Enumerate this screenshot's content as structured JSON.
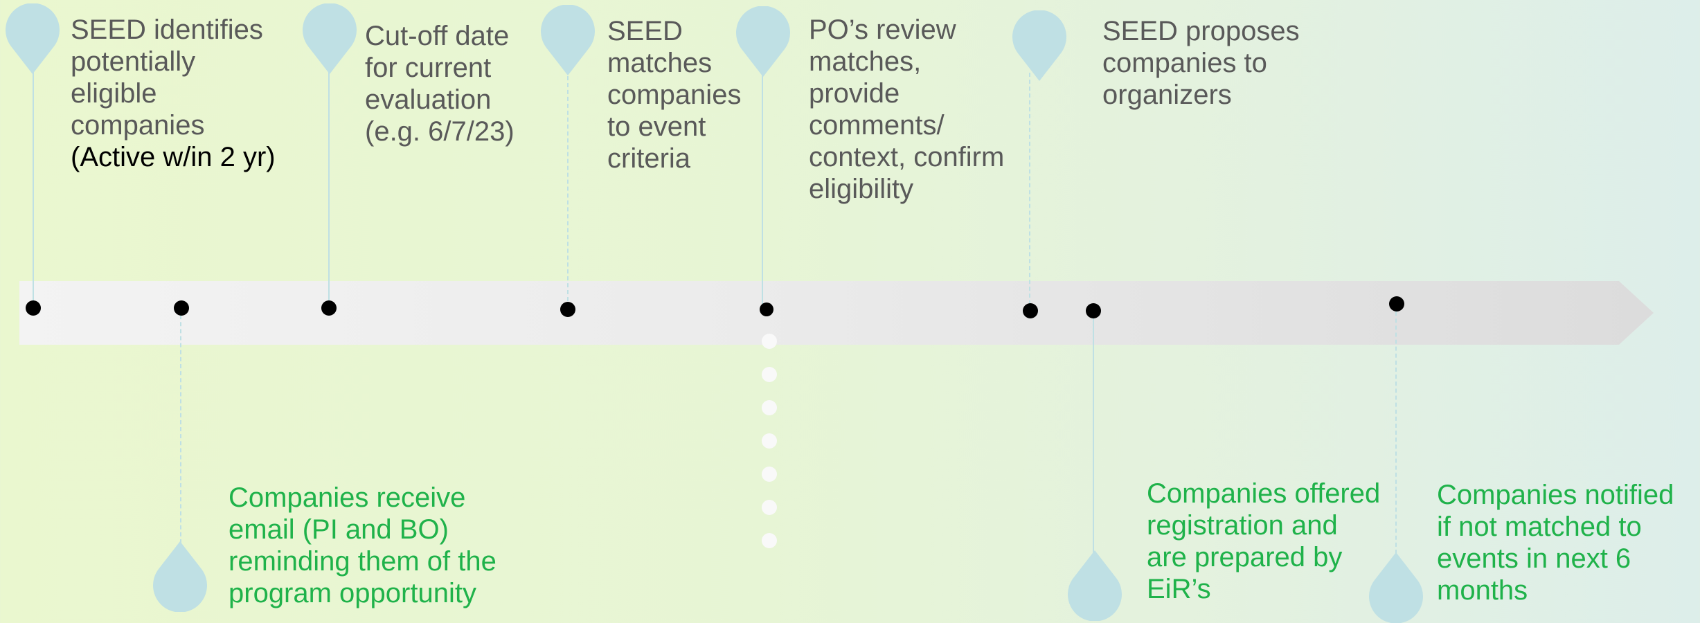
{
  "colors": {
    "top_text": "#595959",
    "bottom_text": "#1fb24a",
    "pin": "#bfe0e4",
    "dot": "#000000",
    "bar": "#e6e6e6"
  },
  "top_events": [
    {
      "lines": [
        "SEED identifies",
        "potentially",
        "eligible",
        "companies"
      ],
      "emphasis": "(Active w/in 2 yr)"
    },
    {
      "lines": [
        "Cut-off date",
        "for current",
        "evaluation",
        "(e.g. 6/7/23)"
      ]
    },
    {
      "lines": [
        "SEED",
        "matches",
        "companies",
        "to event",
        "criteria"
      ]
    },
    {
      "lines": [
        "PO’s review",
        "matches,",
        "provide",
        "comments/",
        "context, confirm",
        "eligibility"
      ]
    },
    {
      "lines": [
        "SEED proposes",
        "companies to",
        "organizers"
      ]
    }
  ],
  "bottom_events": [
    {
      "lines": [
        "Companies receive",
        "email (PI and BO)",
        "reminding them of the",
        "program opportunity"
      ]
    },
    {
      "lines": [
        "Companies offered",
        "registration and",
        "are prepared by",
        "EiR’s"
      ]
    },
    {
      "lines": [
        "Companies notified",
        "if not matched to",
        "events in next 6",
        "months"
      ]
    }
  ]
}
